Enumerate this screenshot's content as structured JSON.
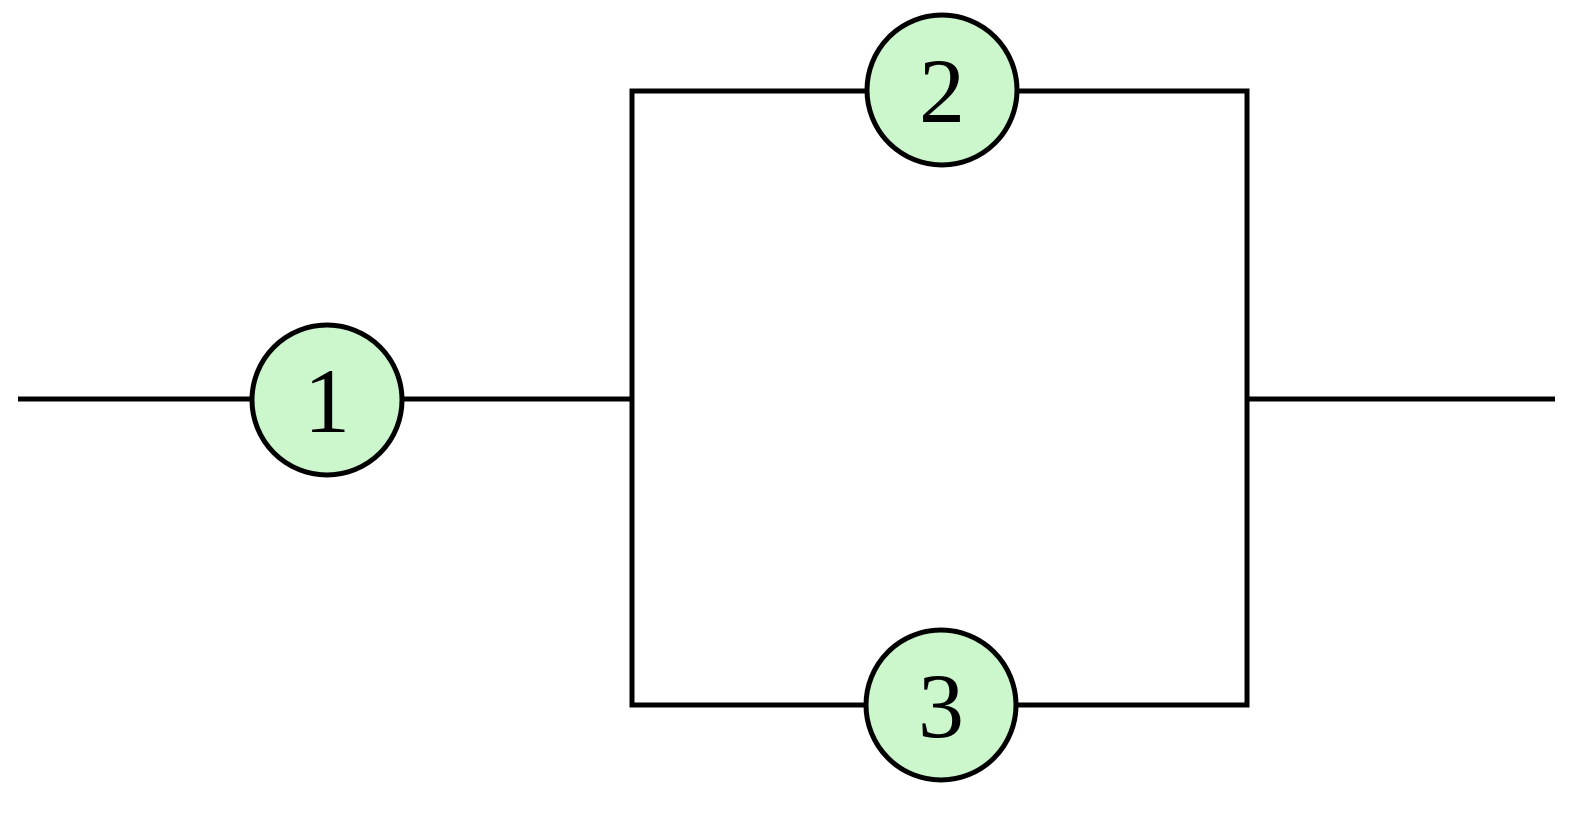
{
  "diagram": {
    "kind": "series-parallel-block-diagram",
    "colors": {
      "background": "#ffffff",
      "wire_stroke": "#000000",
      "node_fill": "#ccf7cc",
      "node_stroke": "#000000",
      "label_color": "#000000"
    },
    "nodes": [
      {
        "label": "1"
      },
      {
        "label": "2"
      },
      {
        "label": "3"
      }
    ]
  }
}
